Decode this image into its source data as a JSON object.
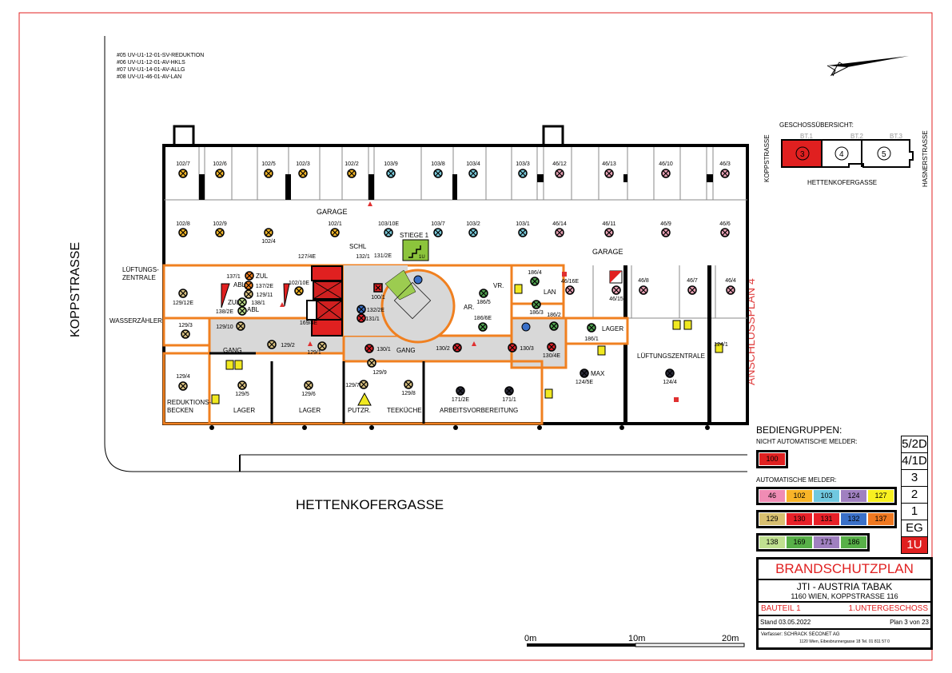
{
  "notes": [
    "#05   UV-U1-12-01-SV-REDUKTION",
    "#06   UV-U1-12-01-AV-HKLS",
    "#07   UV-U1-14-01-AV-ALLG",
    "#08   UV-U1-46-01-AV-LAN"
  ],
  "streets": {
    "left": "KOPPSTRASSE",
    "bottom": "HETTENKOFERGASSE",
    "connect": "ANSCHLUSSPLAN 4"
  },
  "rooms": {
    "garage_left": "GARAGE",
    "garage_right": "GARAGE",
    "stiege": "STIEGE 1",
    "stiege_floor": "1U",
    "schl": "SCHL",
    "lueftung_left": "LÜFTUNGS-",
    "lueftung_left2": "ZENTRALE",
    "wasser": "WASSERZÄHLER",
    "gang_left": "GANG",
    "gang_mid": "GANG",
    "reduktion": "REDUKTIONS-",
    "becken": "BECKEN",
    "lager1": "LAGER",
    "lager2": "LAGER",
    "putzr": "PUTZR.",
    "teekueche": "TEEKÜCHE",
    "arbeit": "ARBEITSVORBEREITUNG",
    "ar": "AR.",
    "vr": "VR.",
    "lan": "LAN",
    "lager3": "LAGER",
    "lueftung_right": "LÜFTUNGSZENTRALE",
    "max": "MAX",
    "zul1": "ZUL",
    "abl1": "ABL",
    "zul2": "ZUL",
    "abl2": "ABL"
  },
  "detectors": [
    {
      "label": "102/7",
      "group": "102"
    },
    {
      "label": "102/6",
      "group": "102"
    },
    {
      "label": "102/5",
      "group": "102"
    },
    {
      "label": "102/3",
      "group": "102"
    },
    {
      "label": "102/2",
      "group": "102"
    },
    {
      "label": "103/9",
      "group": "103"
    },
    {
      "label": "103/8",
      "group": "103"
    },
    {
      "label": "103/4",
      "group": "103"
    },
    {
      "label": "103/3",
      "group": "103"
    },
    {
      "label": "46/12",
      "group": "46"
    },
    {
      "label": "46/13",
      "group": "46"
    },
    {
      "label": "46/10",
      "group": "46"
    },
    {
      "label": "46/3",
      "group": "46"
    },
    {
      "label": "102/8",
      "group": "102"
    },
    {
      "label": "102/9",
      "group": "102"
    },
    {
      "label": "102/4",
      "group": "102"
    },
    {
      "label": "102/1",
      "group": "102"
    },
    {
      "label": "103/10E",
      "group": "103"
    },
    {
      "label": "103/7",
      "group": "103"
    },
    {
      "label": "103/2",
      "group": "103"
    },
    {
      "label": "103/1",
      "group": "103"
    },
    {
      "label": "46/14",
      "group": "46"
    },
    {
      "label": "46/11",
      "group": "46"
    },
    {
      "label": "46/9",
      "group": "46"
    },
    {
      "label": "46/6",
      "group": "46"
    },
    {
      "label": "129/12E",
      "group": "129"
    },
    {
      "label": "129/3",
      "group": "129"
    },
    {
      "label": "129/10",
      "group": "129"
    },
    {
      "label": "129/2",
      "group": "129"
    },
    {
      "label": "129/1",
      "group": "129"
    },
    {
      "label": "129/4",
      "group": "129"
    },
    {
      "label": "129/5",
      "group": "129"
    },
    {
      "label": "129/6",
      "group": "129"
    },
    {
      "label": "102/10E",
      "group": "102"
    },
    {
      "label": "137/1",
      "group": "137"
    },
    {
      "label": "137/2E",
      "group": "137"
    },
    {
      "label": "129/11",
      "group": "129"
    },
    {
      "label": "138/1",
      "group": "138"
    },
    {
      "label": "138/2E",
      "group": "138"
    },
    {
      "label": "132/2E",
      "group": "132"
    },
    {
      "label": "131/1",
      "group": "131"
    },
    {
      "label": "100/1",
      "group": "100"
    },
    {
      "label": "130/1",
      "group": "130"
    },
    {
      "label": "129/9",
      "group": "129"
    },
    {
      "label": "130/2",
      "group": "130"
    },
    {
      "label": "130/3",
      "group": "130"
    },
    {
      "label": "130/4E",
      "group": "130"
    },
    {
      "label": "129/7",
      "group": "129"
    },
    {
      "label": "129/8",
      "group": "129"
    },
    {
      "label": "171/2E",
      "group": "171"
    },
    {
      "label": "171/1",
      "group": "171"
    },
    {
      "label": "186/5",
      "group": "186"
    },
    {
      "label": "186/6E",
      "group": "186"
    },
    {
      "label": "186/4",
      "group": "186"
    },
    {
      "label": "186/3",
      "group": "186"
    },
    {
      "label": "186/2",
      "group": "186"
    },
    {
      "label": "186/1",
      "group": "186"
    },
    {
      "label": "46/16E",
      "group": "46"
    },
    {
      "label": "46/15",
      "group": "46"
    },
    {
      "label": "46/8",
      "group": "46"
    },
    {
      "label": "46/7",
      "group": "46"
    },
    {
      "label": "46/4",
      "group": "46"
    },
    {
      "label": "124/5E",
      "group": "124"
    },
    {
      "label": "124/4",
      "group": "124"
    },
    {
      "label": "124/1",
      "group": "124"
    },
    {
      "label": "127/4E",
      "group": "127"
    },
    {
      "label": "131/2E",
      "group": "131"
    },
    {
      "label": "132/1",
      "group": "132"
    },
    {
      "label": "169/4E",
      "group": "169"
    }
  ],
  "group_colors": {
    "46": "#e8a0b4",
    "100": "#e02020",
    "102": "#f0b428",
    "103": "#78c8d8",
    "124": "#2a2a38",
    "127": "#f0e820",
    "129": "#d8c080",
    "130": "#d82028",
    "131": "#d82028",
    "132": "#3a6ec0",
    "137": "#f08020",
    "138": "#b8d888",
    "169": "#50a850",
    "171": "#2a2a38",
    "186": "#50a050"
  },
  "overview": {
    "title": "GESCHOSSÜBERSICHT:",
    "bt1": "BT.1",
    "bt2": "BT.2",
    "bt3": "BT.3",
    "n3": "3",
    "n4": "4",
    "n5": "5",
    "left": "KOPPSTRASSE",
    "right": "HASNERSTRASSE",
    "bottom": "HETTENKOFERGASSE"
  },
  "legend": {
    "title": "BEDIENGRUPPEN:",
    "manual_label": "NICHT AUTOMATISCHE MELDER:",
    "manual": [
      {
        "id": "100",
        "color": "#e02020"
      }
    ],
    "auto_label": "AUTOMATISCHE MELDER:",
    "auto_rows": [
      [
        {
          "id": "46",
          "color": "#f08cb4"
        },
        {
          "id": "102",
          "color": "#f8b428"
        },
        {
          "id": "103",
          "color": "#70c8e0"
        },
        {
          "id": "124",
          "color": "#a080c0"
        },
        {
          "id": "127",
          "color": "#f8f020"
        }
      ],
      [
        {
          "id": "129",
          "color": "#d8c070"
        },
        {
          "id": "130",
          "color": "#e82028"
        },
        {
          "id": "131",
          "color": "#e82028"
        },
        {
          "id": "132",
          "color": "#3a70c8"
        },
        {
          "id": "137",
          "color": "#f07820"
        }
      ],
      [
        {
          "id": "138",
          "color": "#c0e090"
        },
        {
          "id": "169",
          "color": "#58b048"
        },
        {
          "id": "171",
          "color": "#a080c0"
        },
        {
          "id": "186",
          "color": "#58b048"
        }
      ]
    ]
  },
  "floors": [
    {
      "label": "5/2D",
      "active": false
    },
    {
      "label": "4/1D",
      "active": false
    },
    {
      "label": "3",
      "active": false
    },
    {
      "label": "2",
      "active": false
    },
    {
      "label": "1",
      "active": false
    },
    {
      "label": "EG",
      "active": false
    },
    {
      "label": "1U",
      "active": true
    }
  ],
  "titleblock": {
    "title": "BRANDSCHUTZPLAN",
    "company": "JTI - AUSTRIA TABAK",
    "address": "1160 WIEN, KOPPSTRASSE 116",
    "bauteil": "BAUTEIL 1",
    "geschoss": "1.UNTERGESCHOSS",
    "stand": "Stand 03.05.2022",
    "plan": "Plan 3 von 23",
    "author": "Verfasser: SCHRACK SECONET AG",
    "author_addr": "1120 Wien, Eibesbrunnergasse 18    Tel. 01 811 57 0"
  },
  "scale": {
    "s0": "0m",
    "s10": "10m",
    "s20": "20m"
  }
}
